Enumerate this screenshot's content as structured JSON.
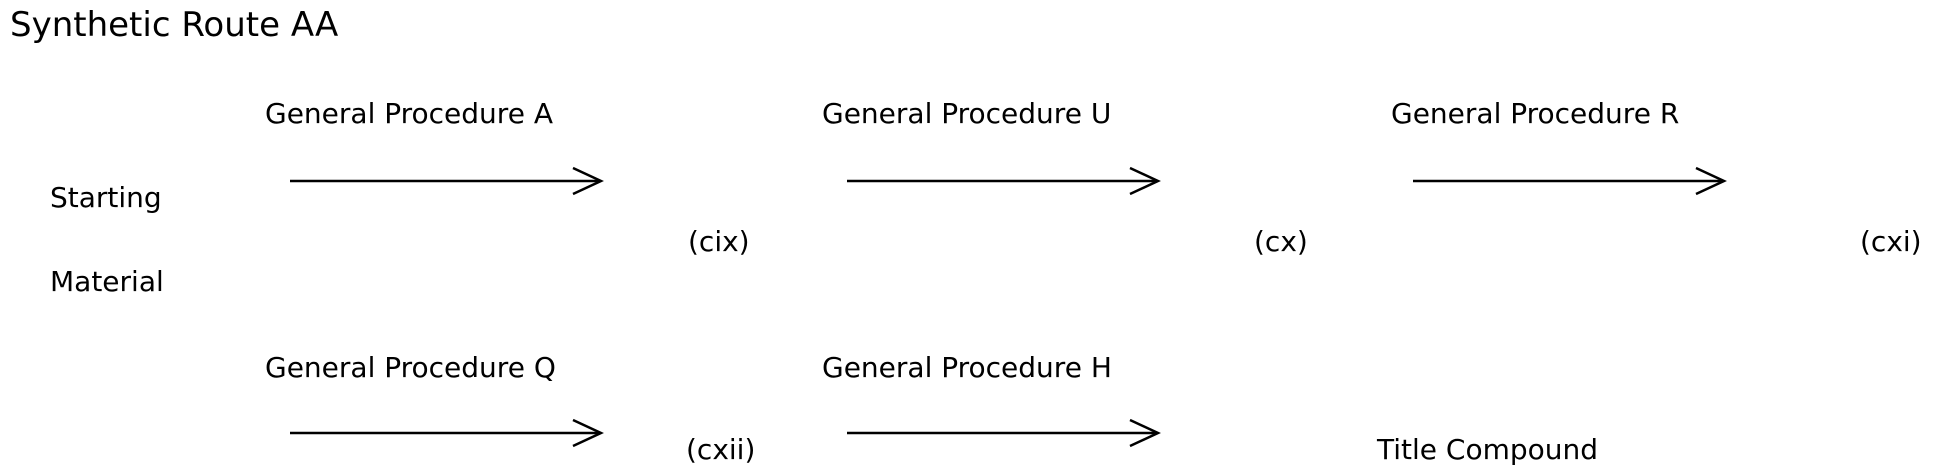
{
  "title": "Synthetic Route AA",
  "starting_material": {
    "line1": "Starting",
    "line2": "Material"
  },
  "steps": [
    {
      "procedure": "General Procedure A",
      "product": "(cix)"
    },
    {
      "procedure": "General Procedure U",
      "product": "(cx)"
    },
    {
      "procedure": "General Procedure R",
      "product": "(cxi)"
    },
    {
      "procedure": "General Procedure Q",
      "product": "(cxii)"
    },
    {
      "procedure": "General Procedure H",
      "product": "Title Compound"
    }
  ],
  "colors": {
    "text": "#000000",
    "arrow": "#000000",
    "background": "#ffffff"
  }
}
